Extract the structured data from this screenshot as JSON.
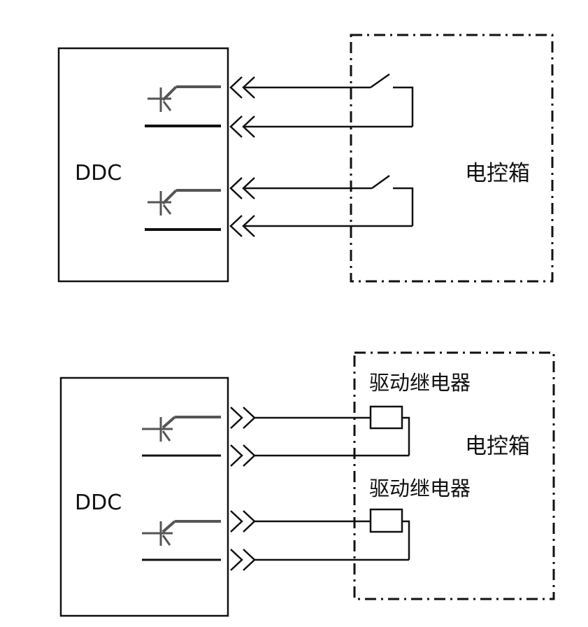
{
  "top_diagram": {
    "ddc_label": "DDC",
    "cabinet_label": "电控箱"
  },
  "bottom_diagram": {
    "ddc_label": "DDC",
    "cabinet_label": "电控箱",
    "relay_label_1": "驱动继电器",
    "relay_label_2": "驱动继电器"
  },
  "colors": {
    "line": "#111111",
    "transistor": "#555555",
    "background": "#ffffff"
  }
}
